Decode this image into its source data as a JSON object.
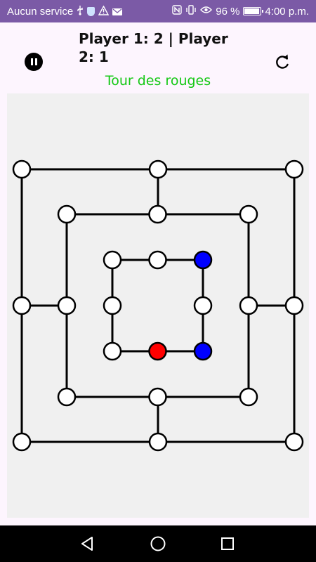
{
  "status_bar": {
    "carrier": "Aucun service",
    "battery_text": "96 %",
    "battery_level": 0.96,
    "time": "4:00 p.m.",
    "icons": [
      "usb-icon",
      "shield-icon",
      "warning-icon",
      "mail-icon",
      "nfc-icon",
      "vibrate-icon",
      "eye-icon",
      "battery-icon"
    ]
  },
  "header": {
    "score": "Player 1: 2 | Player 2: 1",
    "turn": "Tour des rouges",
    "turn_color": "#14c814",
    "pause_icon": "pause-icon",
    "restart_icon": "restart-icon"
  },
  "board": {
    "colors": {
      "red": "#ff0000",
      "blue": "#0000ff",
      "empty": "#ffffff",
      "line": "#000000",
      "background": "#f0f0f0"
    },
    "positions": [
      {
        "ring": 0,
        "col": 0,
        "row": 0,
        "piece": "empty"
      },
      {
        "ring": 0,
        "col": 1,
        "row": 0,
        "piece": "empty"
      },
      {
        "ring": 0,
        "col": 2,
        "row": 0,
        "piece": "empty"
      },
      {
        "ring": 0,
        "col": 2,
        "row": 1,
        "piece": "empty"
      },
      {
        "ring": 0,
        "col": 2,
        "row": 2,
        "piece": "empty"
      },
      {
        "ring": 0,
        "col": 1,
        "row": 2,
        "piece": "empty"
      },
      {
        "ring": 0,
        "col": 0,
        "row": 2,
        "piece": "empty"
      },
      {
        "ring": 0,
        "col": 0,
        "row": 1,
        "piece": "empty"
      },
      {
        "ring": 1,
        "col": 0,
        "row": 0,
        "piece": "empty"
      },
      {
        "ring": 1,
        "col": 1,
        "row": 0,
        "piece": "empty"
      },
      {
        "ring": 1,
        "col": 2,
        "row": 0,
        "piece": "empty"
      },
      {
        "ring": 1,
        "col": 2,
        "row": 1,
        "piece": "empty"
      },
      {
        "ring": 1,
        "col": 2,
        "row": 2,
        "piece": "empty"
      },
      {
        "ring": 1,
        "col": 1,
        "row": 2,
        "piece": "empty"
      },
      {
        "ring": 1,
        "col": 0,
        "row": 2,
        "piece": "empty"
      },
      {
        "ring": 1,
        "col": 0,
        "row": 1,
        "piece": "empty"
      },
      {
        "ring": 2,
        "col": 0,
        "row": 0,
        "piece": "empty"
      },
      {
        "ring": 2,
        "col": 1,
        "row": 0,
        "piece": "empty"
      },
      {
        "ring": 2,
        "col": 2,
        "row": 0,
        "piece": "blue"
      },
      {
        "ring": 2,
        "col": 2,
        "row": 1,
        "piece": "empty"
      },
      {
        "ring": 2,
        "col": 2,
        "row": 2,
        "piece": "blue"
      },
      {
        "ring": 2,
        "col": 1,
        "row": 2,
        "piece": "red"
      },
      {
        "ring": 2,
        "col": 0,
        "row": 2,
        "piece": "empty"
      },
      {
        "ring": 2,
        "col": 0,
        "row": 1,
        "piece": "empty"
      }
    ]
  },
  "nav_bar": {
    "back_icon": "back-icon",
    "home_icon": "home-icon",
    "recents_icon": "recents-icon"
  }
}
